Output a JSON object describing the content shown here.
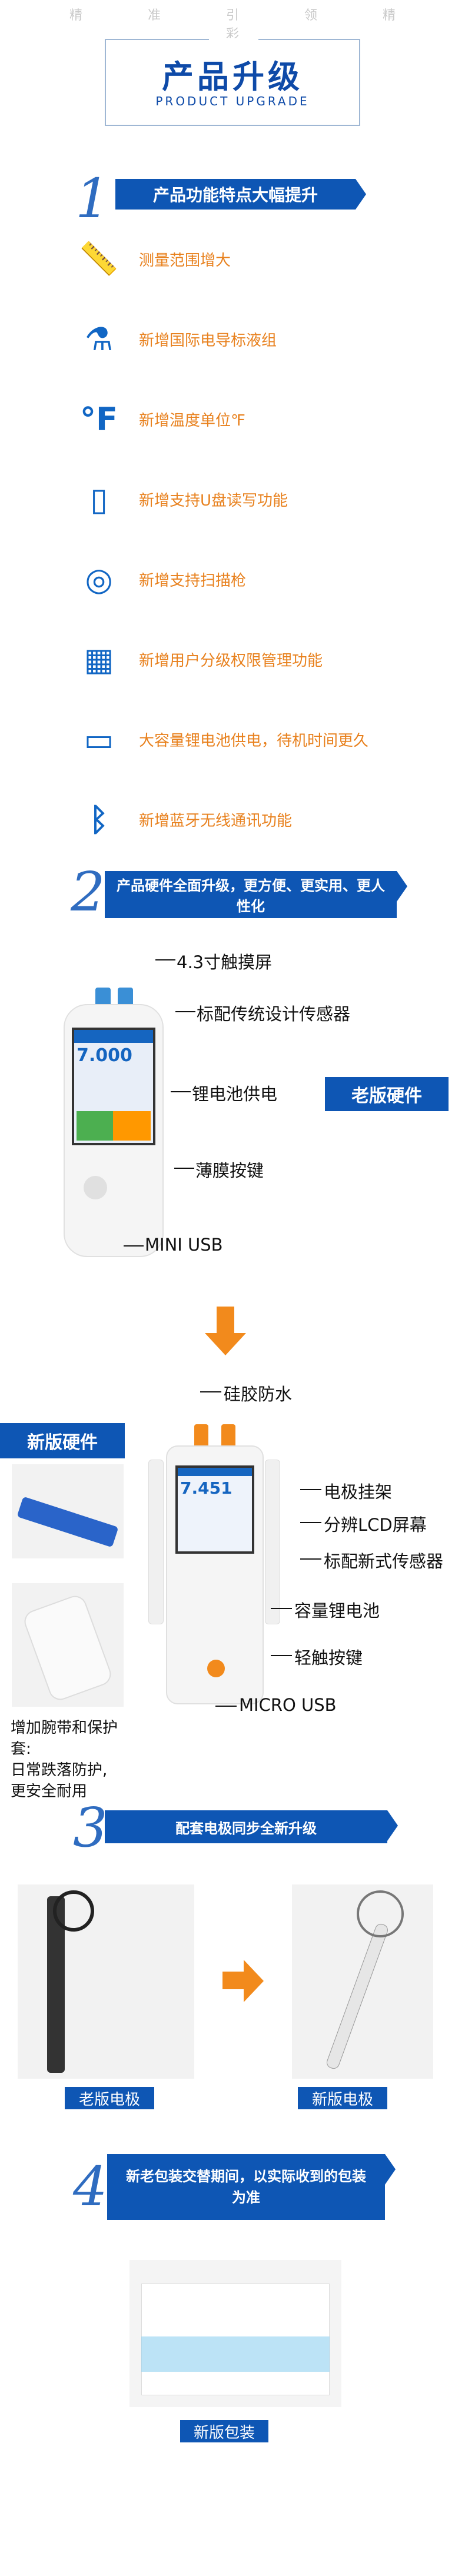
{
  "header": {
    "watermark": "精 准 引 领 精 彩",
    "title": "产品升级",
    "subtitle": "PRODUCT UPGRADE"
  },
  "section1": {
    "number": "1",
    "title": "产品功能特点大幅提升",
    "features": [
      {
        "icon": "ruler-icon",
        "text": "测量范围增大"
      },
      {
        "icon": "flask-icon",
        "text": "新增国际电导标液组"
      },
      {
        "icon": "fahrenheit-icon",
        "text": "新增温度单位℉"
      },
      {
        "icon": "usb-drive-icon",
        "text": "新增支持U盘读写功能"
      },
      {
        "icon": "scan-target-icon",
        "text": "新增支持扫描枪"
      },
      {
        "icon": "permission-grid-icon",
        "text": "新增用户分级权限管理功能"
      },
      {
        "icon": "battery-icon",
        "text": "大容量锂电池供电，待机时间更久"
      },
      {
        "icon": "bluetooth-icon",
        "text": "新增蓝牙无线通讯功能"
      }
    ]
  },
  "section2": {
    "number": "2",
    "title": "产品硬件全面升级，更方便、更实用、更人性化",
    "old_label": "老版硬件",
    "old_callouts": [
      "4.3寸触摸屏",
      "标配传统设计传感器",
      "锂电池供电",
      "薄膜按键",
      "MINI  USB"
    ],
    "old_screen_value": "7.000",
    "new_label": "新版硬件",
    "new_callouts": [
      "硅胶防水",
      "电极挂架",
      "分辨LCD屏幕",
      "标配新式传感器",
      "容量锂电池",
      "轻触按键",
      "MICRO USB"
    ],
    "new_screen_value": "7.451",
    "accessory_text": "增加腕带和保护套:\n日常跌落防护,\n更安全耐用"
  },
  "section3": {
    "number": "3",
    "title": "配套电极同步全新升级",
    "old_caption": "老版电极",
    "new_caption": "新版电极"
  },
  "section4": {
    "number": "4",
    "title": "新老包装交替期间，以实际收到的包装为准",
    "caption": "新版包装"
  },
  "colors": {
    "brand_blue": "#0e56b4",
    "accent_orange": "#e8811e"
  }
}
